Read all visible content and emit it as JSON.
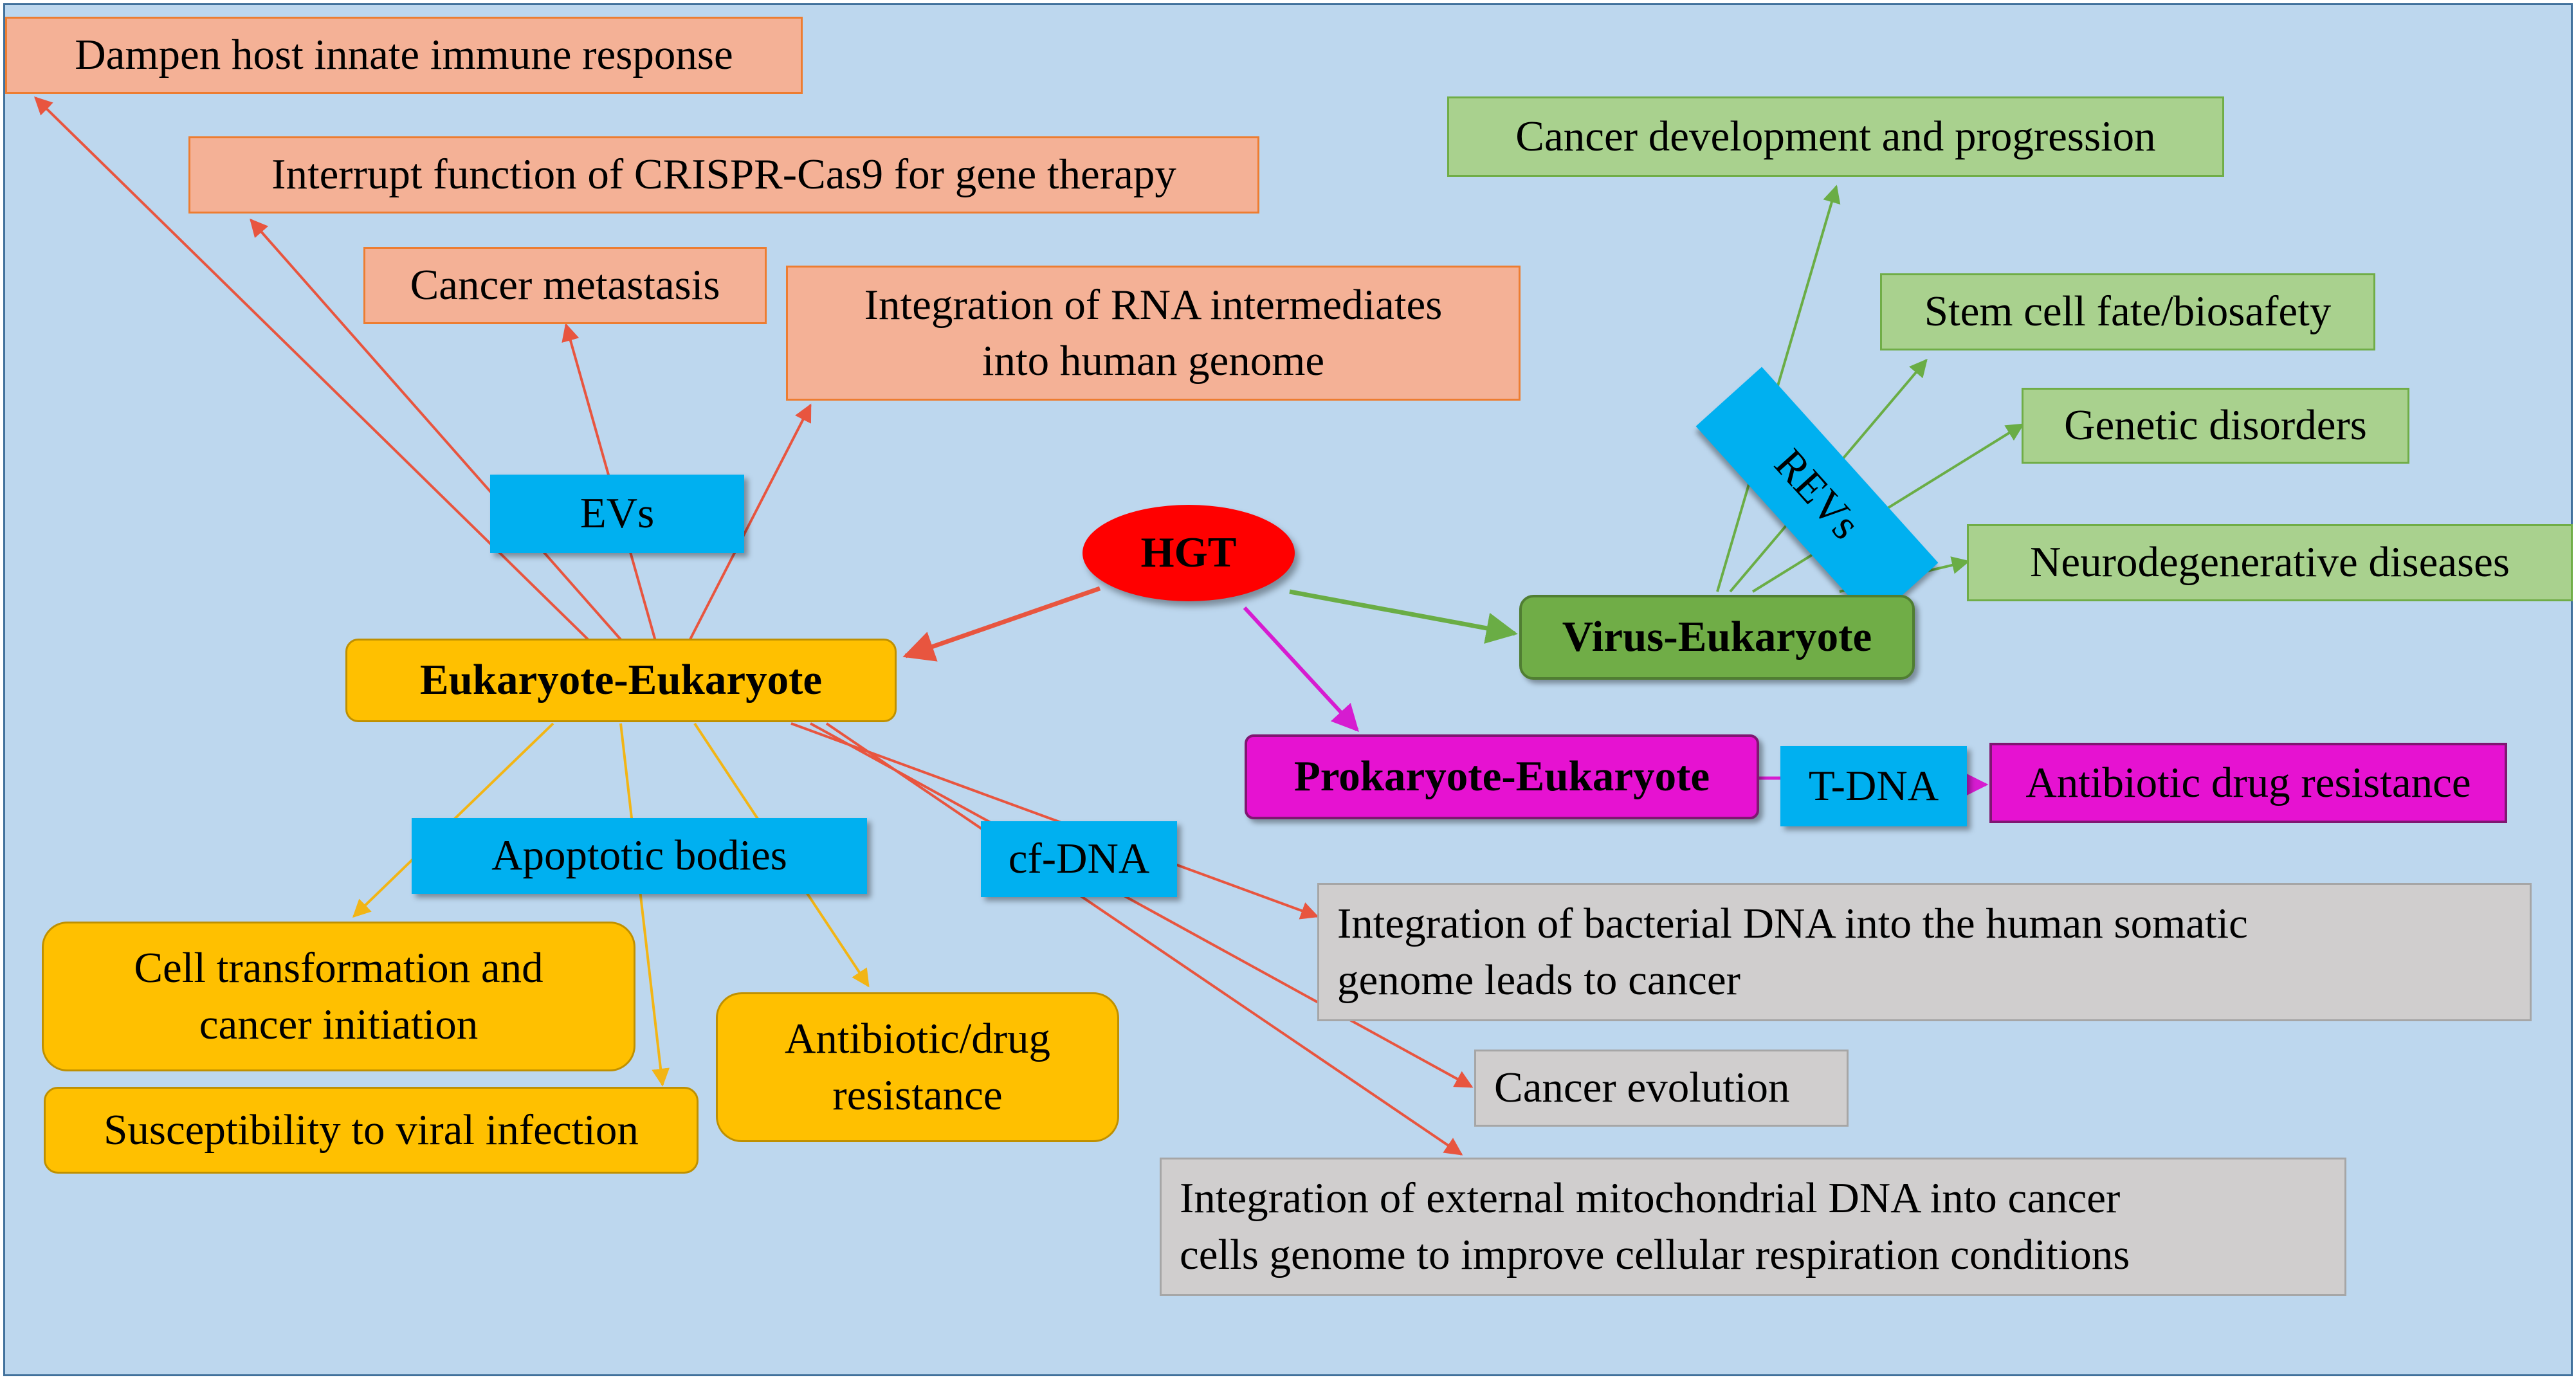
{
  "hub": {
    "label": "HGT"
  },
  "groups": {
    "eukaryote_eukaryote": {
      "label": "Eukaryote-Eukaryote"
    },
    "virus_eukaryote": {
      "label": "Virus-Eukaryote"
    },
    "prokaryote_eukaryote": {
      "label": "Prokaryote-Eukaryote"
    }
  },
  "carriers": {
    "evs": "EVs",
    "apoptotic_bodies": "Apoptotic bodies",
    "cf_dna": "cf-DNA",
    "revs": "REVs",
    "t_dna": "T-DNA"
  },
  "ev_outcomes": {
    "immune": "Dampen host innate immune response",
    "crispr": "Interrupt function of CRISPR-Cas9 for gene therapy",
    "metastasis": "Cancer metastasis",
    "rna_line1": "Integration of RNA intermediates",
    "rna_line2": "into human genome"
  },
  "apoptotic_outcomes": {
    "transform_line1": "Cell transformation and",
    "transform_line2": "cancer initiation",
    "viral": "Susceptibility to viral infection",
    "drug_line1": "Antibiotic/drug",
    "drug_line2": "resistance"
  },
  "cfdna_outcomes": {
    "bacterial_line1": "Integration of bacterial DNA into the human somatic",
    "bacterial_line2": "genome leads to cancer",
    "evolution": "Cancer evolution",
    "mito_line1": "Integration of external mitochondrial DNA into cancer",
    "mito_line2": "cells genome to improve cellular respiration conditions"
  },
  "virus_outcomes": {
    "cancer_dev": "Cancer development and progression",
    "stem_cell": "Stem cell fate/biosafety",
    "genetic": "Genetic disorders",
    "neuro": "Neurodegenerative diseases"
  },
  "prokaryote_outcomes": {
    "antibiotic": "Antibiotic drug resistance"
  },
  "colors": {
    "red_edge": "#e8553f",
    "gold_edge": "#f2b515",
    "green_edge": "#6aad45",
    "magenta_edge": "#d61cd0"
  }
}
